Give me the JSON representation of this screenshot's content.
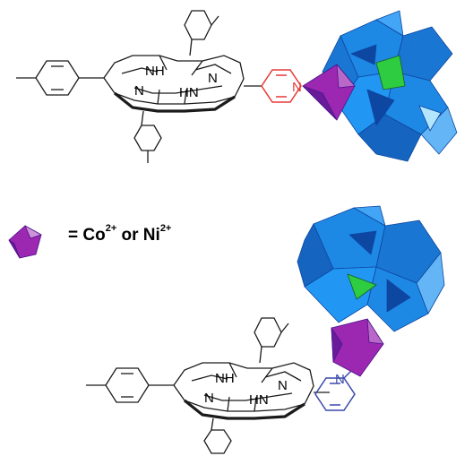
{
  "legend": {
    "prefix": "= Co",
    "charge_1": "2+",
    "connector": " or Ni",
    "charge_2": "2+"
  },
  "atoms": {
    "top": {
      "nh_1": "NH",
      "n_1": "N",
      "n_2": "N",
      "hn": "HN",
      "pyridine_n": "N"
    },
    "bottom": {
      "nh_1": "NH",
      "n_1": "N",
      "n_2": "N",
      "hn": "HN",
      "pyridine_n": "N"
    }
  },
  "colors": {
    "polyhedron_blue": "#1e88e5",
    "polyhedron_dark": "#0d47a1",
    "polyhedron_light": "#64b5f6",
    "metal_purple": "#9c27b0",
    "metal_dark": "#6a1b9a",
    "center_green": "#2ecc40",
    "top_pyridine": "#e53935",
    "bottom_pyridine": "#3949ab",
    "bond": "#1a1a1a"
  }
}
